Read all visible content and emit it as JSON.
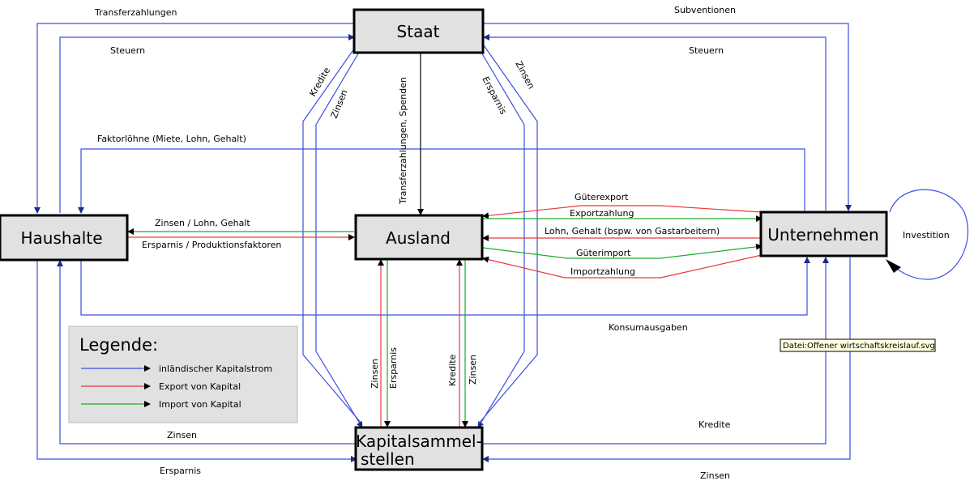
{
  "nodes": {
    "staat": "Staat",
    "haushalte": "Haushalte",
    "ausland": "Ausland",
    "unternehmen": "Unternehmen",
    "kapital_line1": "Kapitalsammel-",
    "kapital_line2": "stellen"
  },
  "flows": {
    "transferzahlungen": "Transferzahlungen",
    "subventionen": "Subventionen",
    "steuern_left": "Steuern",
    "steuern_right": "Steuern",
    "faktorloehne": "Faktorlöhne (Miete, Lohn, Gehalt)",
    "zinsen_lohn_gehalt": "Zinsen / Lohn, Gehalt",
    "ersparnis_produktionsfaktoren": "Ersparnis / Produktionsfaktoren",
    "gueterexport": "Güterexport",
    "exportzahlung": "Exportzahlung",
    "lohn_gastarbeiter": "Lohn, Gehalt (bspw. von Gastarbeitern)",
    "gueterimport": "Güterimport",
    "importzahlung": "Importzahlung",
    "investition": "Investition",
    "konsumausgaben": "Konsumausgaben",
    "kredite_staat": "Kredite",
    "zinsen_staat_left": "Zinsen",
    "transferzahlungen_spenden": "Transferzahlungen, Spenden",
    "ersparnis_staat": "Ersparnis",
    "zinsen_staat_right": "Zinsen",
    "zinsen_ausland_left": "Zinsen",
    "ersparnis_ausland": "Ersparnis",
    "kredite_ausland": "Kredite",
    "zinsen_ausland_right": "Zinsen",
    "zinsen_bottom_left": "Zinsen",
    "ersparnis_bottom_left": "Ersparnis",
    "kredite_bottom_right": "Kredite",
    "zinsen_bottom_right": "Zinsen"
  },
  "legend": {
    "title": "Legende:",
    "items": [
      {
        "label": "inländischer Kapitalstrom",
        "color": "#3a4fe0"
      },
      {
        "label": "Export von Kapital",
        "color": "#e83a3a"
      },
      {
        "label": "Import von Kapital",
        "color": "#1cab2c"
      }
    ]
  },
  "tooltip": "Datei:Offener wirtschaftskreislauf.svg",
  "colors": {
    "domestic": "#3a4fe0",
    "export": "#e83a3a",
    "import": "#1cab2c",
    "box_fill": "#e1e1e1"
  }
}
